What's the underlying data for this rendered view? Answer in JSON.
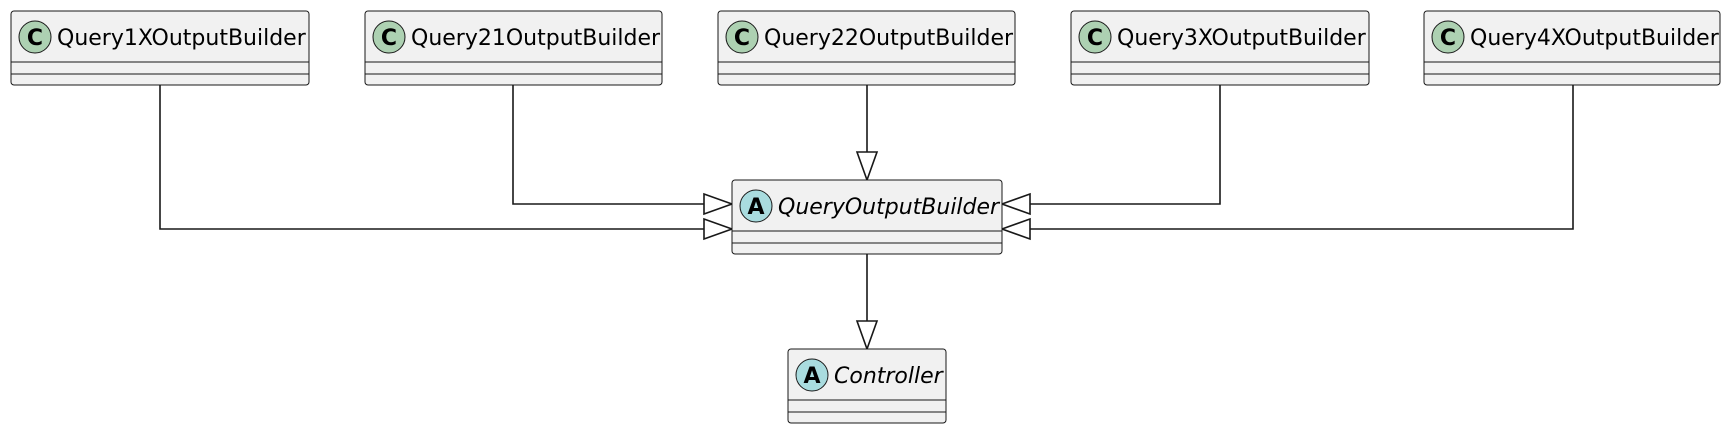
{
  "diagram": {
    "type": "class-diagram",
    "classes": [
      {
        "id": "q1x",
        "name": "Query1XOutputBuilder",
        "kind": "class",
        "badge": "C"
      },
      {
        "id": "q21",
        "name": "Query21OutputBuilder",
        "kind": "class",
        "badge": "C"
      },
      {
        "id": "q22",
        "name": "Query22OutputBuilder",
        "kind": "class",
        "badge": "C"
      },
      {
        "id": "q3x",
        "name": "Query3XOutputBuilder",
        "kind": "class",
        "badge": "C"
      },
      {
        "id": "q4x",
        "name": "Query4XOutputBuilder",
        "kind": "class",
        "badge": "C"
      },
      {
        "id": "qob",
        "name": "QueryOutputBuilder",
        "kind": "abstract",
        "badge": "A"
      },
      {
        "id": "ctrl",
        "name": "Controller",
        "kind": "abstract",
        "badge": "A"
      }
    ],
    "relations": [
      {
        "from": "q1x",
        "to": "qob",
        "type": "inheritance"
      },
      {
        "from": "q21",
        "to": "qob",
        "type": "inheritance"
      },
      {
        "from": "q22",
        "to": "qob",
        "type": "inheritance"
      },
      {
        "from": "q3x",
        "to": "qob",
        "type": "inheritance"
      },
      {
        "from": "q4x",
        "to": "qob",
        "type": "inheritance"
      },
      {
        "from": "qob",
        "to": "ctrl",
        "type": "inheritance"
      }
    ]
  },
  "colors": {
    "box_fill": "#f1f1f1",
    "box_stroke": "#181818",
    "class_badge": "#add1b2",
    "abstract_badge": "#a9dcdf",
    "line": "#181818"
  }
}
